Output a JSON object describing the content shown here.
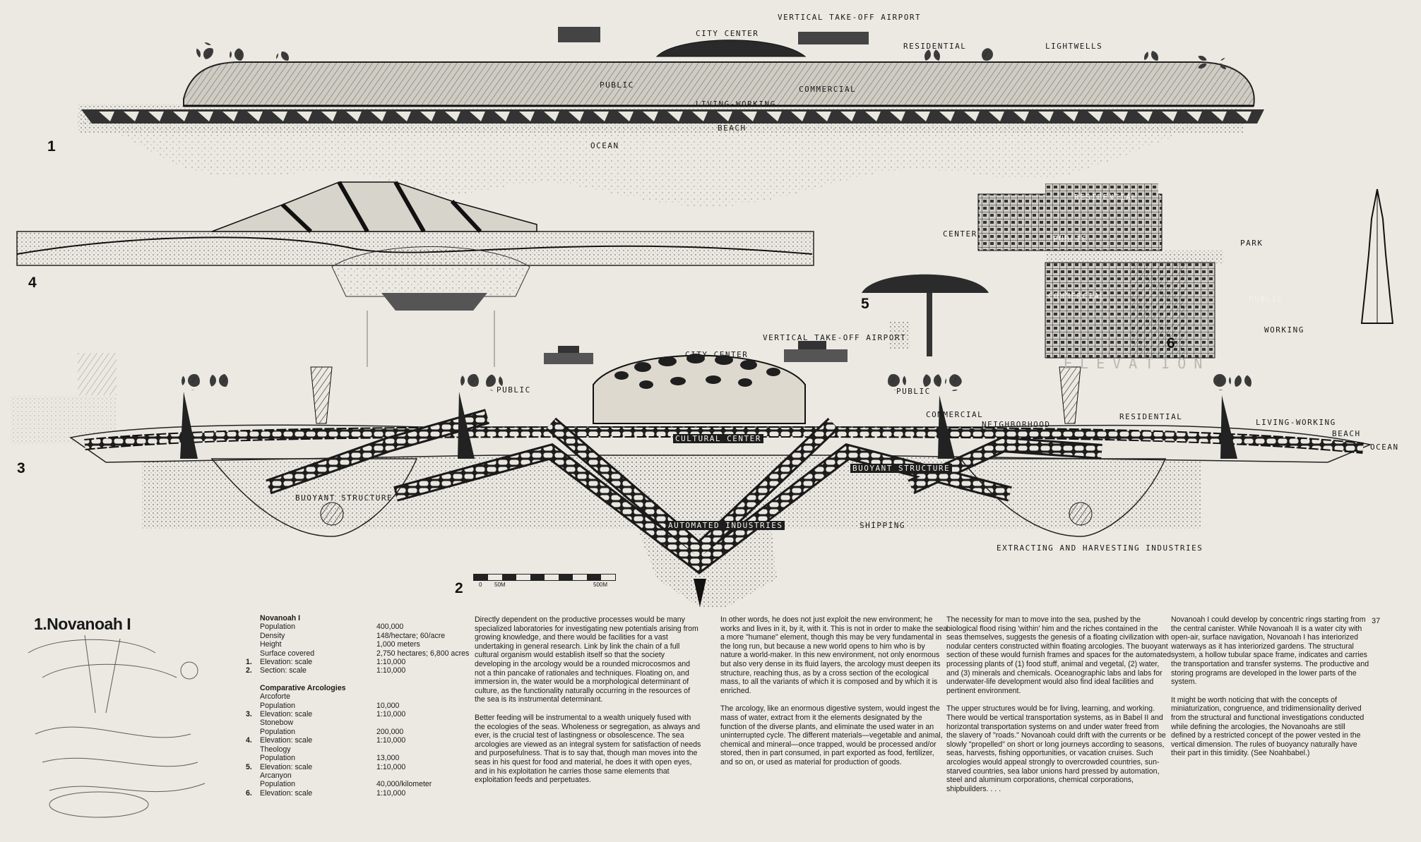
{
  "figure_numbers": {
    "f1": "1",
    "f2": "2",
    "f3": "3",
    "f4": "4",
    "f5": "5",
    "f6": "6"
  },
  "plate1_labels": {
    "airport": "VERTICAL TAKE-OFF AIRPORT",
    "city_center": "CITY CENTER",
    "residential": "RESIDENTIAL",
    "lightwells": "LIGHTWELLS",
    "public": "PUBLIC",
    "commercial": "COMMERCIAL",
    "living_working": "LIVING-WORKING",
    "beach": "BEACH",
    "ocean": "OCEAN"
  },
  "plate6_labels": {
    "residential": "RESIDENTIAL",
    "center": "CENTER",
    "public1": "PUBLIC",
    "park": "PARK",
    "commercial": "COMMERCIAL",
    "public2": "PUBLIC",
    "working": "WORKING",
    "elevation": "ELEVATION"
  },
  "plate2_labels": {
    "airport": "VERTICAL TAKE-OFF AIRPORT",
    "city_center": "CITY CENTER",
    "public1": "PUBLIC",
    "public2": "PUBLIC",
    "commercial": "COMMERCIAL",
    "neighborhood": "NEIGHBORHOOD",
    "residential": "RESIDENTIAL",
    "living_working": "LIVING-WORKING",
    "beach": "BEACH",
    "ocean": "OCEAN",
    "cultural_center": "CULTURAL CENTER",
    "buoyant1": "BUOYANT STRUCTURE",
    "buoyant2": "BUOYANT STRUCTURE",
    "automated": "AUTOMATED INDUSTRIES",
    "shipping": "SHIPPING",
    "extracting": "EXTRACTING AND HARVESTING INDUSTRIES"
  },
  "scale": {
    "zero": "0",
    "mid": "50M",
    "end": "500M"
  },
  "page_number": "37",
  "title": "1.Novanoah I",
  "stats": {
    "heading": "Novanoah I",
    "rows": [
      {
        "k": "",
        "name": "Population",
        "val": "400,000"
      },
      {
        "k": "",
        "name": "Density",
        "val": "148/hectare; 60/acre"
      },
      {
        "k": "",
        "name": "Height",
        "val": "1,000 meters"
      },
      {
        "k": "",
        "name": "Surface covered",
        "val": "2,750 hectares; 6,800 acres"
      },
      {
        "k": "1.",
        "name": "Elevation: scale",
        "val": "1:10,000"
      },
      {
        "k": "2.",
        "name": "Section: scale",
        "val": "1:10,000"
      }
    ],
    "heading2": "Comparative Arcologies",
    "rows2": [
      {
        "k": "",
        "name": "Arcoforte",
        "val": ""
      },
      {
        "k": "",
        "name": "Population",
        "val": "10,000"
      },
      {
        "k": "3.",
        "name": "Elevation: scale",
        "val": "1:10,000"
      },
      {
        "k": "",
        "name": "Stonebow",
        "val": ""
      },
      {
        "k": "",
        "name": "Population",
        "val": "200,000"
      },
      {
        "k": "4.",
        "name": "Elevation: scale",
        "val": "1:10,000"
      },
      {
        "k": "",
        "name": "Theology",
        "val": ""
      },
      {
        "k": "",
        "name": "Population",
        "val": "13,000"
      },
      {
        "k": "5.",
        "name": "Elevation: scale",
        "val": "1:10,000"
      },
      {
        "k": "",
        "name": "Arcanyon",
        "val": ""
      },
      {
        "k": "",
        "name": "Population",
        "val": "40,000/kilometer"
      },
      {
        "k": "6.",
        "name": "Elevation: scale",
        "val": "1:10,000"
      }
    ]
  },
  "columns": {
    "c1p1": "Directly dependent on the productive processes would be many specialized laboratories for investigating new potentials arising from growing knowledge, and there would be facilities for a vast undertaking in general research. Link by link the chain of a full cultural organism would establish itself so that the society developing in the arcology would be a rounded microcosmos and not a thin pancake of rationales and techniques. Floating on, and immersion in, the water would be a morphological determinant of culture, as the functionality naturally occurring in the resources of the sea is its instrumental determinant.",
    "c1p2": "Better feeding will be instrumental to a wealth uniquely fused with the ecologies of the seas. Wholeness or segregation, as always and ever, is the crucial test of lastingness or obsolescence. The sea arcologies are viewed as an integral system for satisfaction of needs and purposefulness. That is to say that, though man moves into the seas in his quest for food and material, he does it with open eyes, and in his exploitation he carries those same elements that exploitation feeds and perpetuates.",
    "c2p1": "In other words, he does not just exploit the new environment; he works and lives in it, by it, with it. This is not in order to make the sea a more \"humane\" element, though this may be very fundamental in the long run, but because a new world opens to him who is by nature a world-maker. In this new environment, not only enormous but also very dense in its fluid layers, the arcology must deepen its structure, reaching thus, as by a cross section of the ecological mass, to all the variants of which it is composed and by which it is enriched.",
    "c2p2": "The arcology, like an enormous digestive system, would ingest the mass of water, extract from it the elements designated by the function of the diverse plants, and eliminate the used water in an uninterrupted cycle. The different materials—vegetable and animal, chemical and mineral—once trapped, would be processed and/or stored, then in part consumed, in part exported as food, fertilizer, and so on, or used as material for production of goods.",
    "c3p1": "The necessity for man to move into the sea, pushed by the biological flood rising 'within' him and the riches contained in the seas themselves, suggests the genesis of a floating civilization with nodular centers constructed within floating arcologies. The buoyant section of these would furnish frames and spaces for the automated processing plants of (1) food stuff, animal and vegetal, (2) water, and (3) minerals and chemicals. Oceanographic labs and labs for underwater-life development would also find ideal facilities and pertinent environment.",
    "c3p2": "The upper structures would be for living, learning, and working. There would be vertical transportation systems, as in Babel II and horizontal transportation systems on and under water freed from the slavery of \"roads.\" Novanoah could drift with the currents or be slowly \"propelled\" on short or long journeys according to seasons, seas, harvests, fishing opportunities, or vacation cruises. Such arcologies would appeal strongly to overcrowded countries, sun-starved countries, sea labor unions hard pressed by automation, steel and aluminum corporations, chemical corporations, shipbuilders. . . .",
    "c4p1": "Novanoah I could develop by concentric rings starting from the central canister. While Novanoah II is a water city with open-air, surface navigation, Novanoah I has interiorized waterways as it has interiorized gardens. The structural system, a hollow tubular space frame, indicates and carries the transportation and transfer systems. The productive and storing programs are developed in the lower parts of the system.",
    "c4p2": "It might be worth noticing that with the concepts of miniaturization, congruence, and tridimensionality derived from the structural and functional investigations conducted while defining the arcologies, the Novanoahs are still defined by a restricted concept of the power vested in the vertical dimension. The rules of buoyancy naturally have their part in this timidity. (See Noahbabel.)"
  }
}
